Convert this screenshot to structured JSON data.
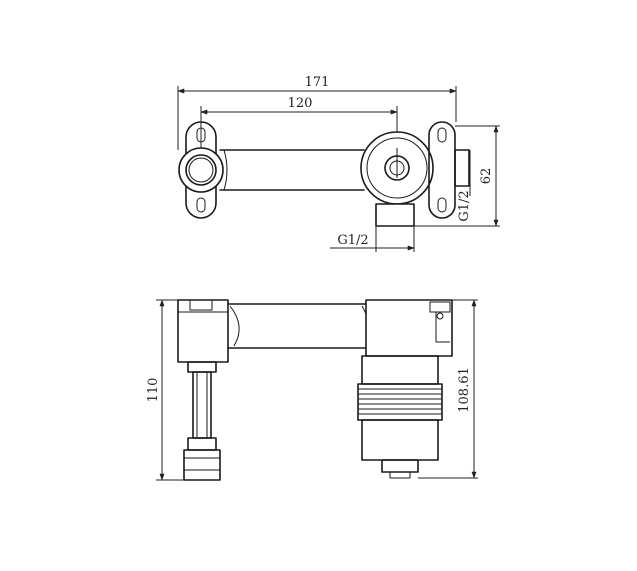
{
  "drawing": {
    "top_view": {
      "dim_overall_width": "171",
      "dim_center_distance": "120",
      "dim_height": "62",
      "thread_bottom": "G1/2",
      "thread_side": "G1/2"
    },
    "side_view": {
      "dim_left_height": "110",
      "dim_right_height": "108.61"
    }
  }
}
